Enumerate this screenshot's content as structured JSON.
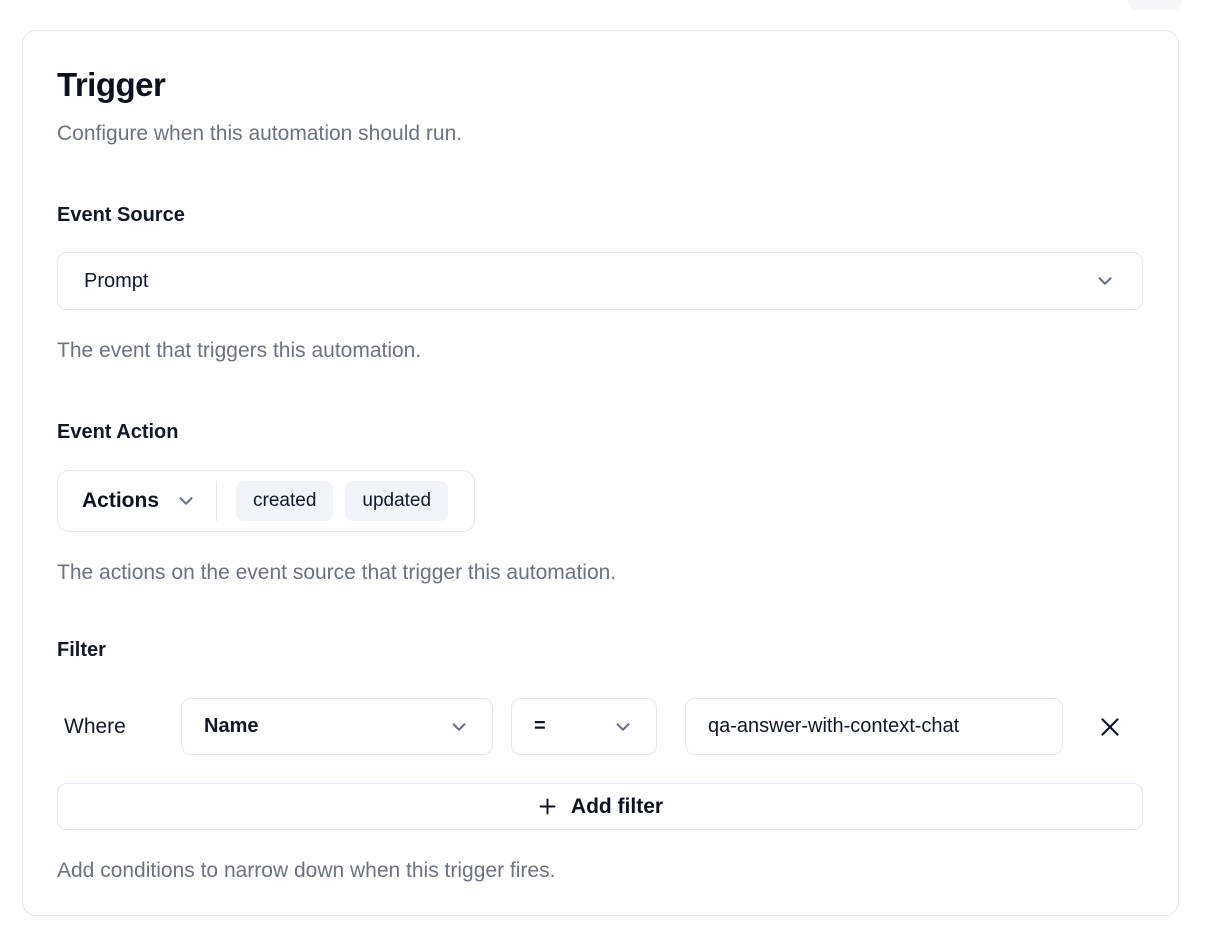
{
  "card": {
    "title": "Trigger",
    "subtitle": "Configure when this automation should run.",
    "event_source": {
      "label": "Event Source",
      "selected": "Prompt",
      "helper": "The event that triggers this automation."
    },
    "event_action": {
      "label": "Event Action",
      "dropdown_label": "Actions",
      "chips": [
        "created",
        "updated"
      ],
      "helper": "The actions on the event source that trigger this automation."
    },
    "filter": {
      "label": "Filter",
      "where_label": "Where",
      "field_selected": "Name",
      "operator_selected": "=",
      "value": "qa-answer-with-context-chat",
      "add_button_label": "Add filter",
      "helper": "Add conditions to narrow down when this trigger fires."
    }
  },
  "icons": {
    "chevron_down": "chevron-down",
    "close": "close",
    "plus": "plus"
  },
  "colors": {
    "border": "#e2e8f0",
    "text_primary": "#0f172a",
    "text_muted": "#6b7280",
    "chip_bg": "#f1f5f9",
    "chevron": "#64748b"
  }
}
